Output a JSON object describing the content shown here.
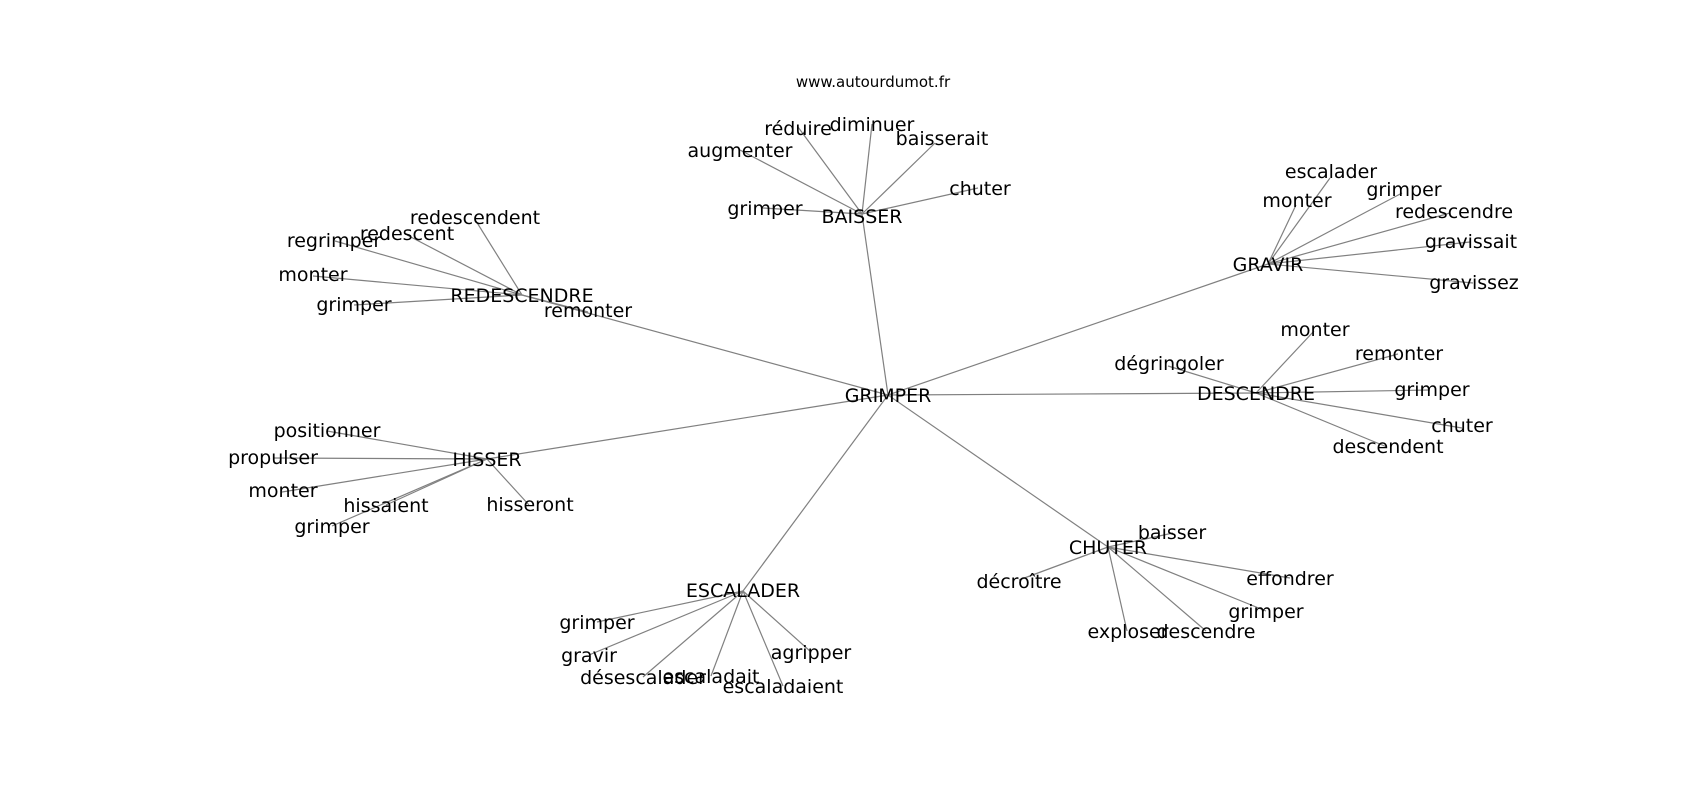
{
  "source_label": "www.autourdumot.fr",
  "colors": {
    "edge": "#808080",
    "text": "#000000",
    "background": "#ffffff"
  },
  "center": "GRIMPER",
  "clusters": [
    {
      "label": "BAISSER",
      "leaves": [
        "réduire",
        "diminuer",
        "augmenter",
        "baisserait",
        "chuter",
        "grimper"
      ]
    },
    {
      "label": "GRAVIR",
      "leaves": [
        "escalader",
        "monter",
        "grimper",
        "redescendre",
        "gravissait",
        "gravissez"
      ]
    },
    {
      "label": "REDESCENDRE",
      "leaves": [
        "redescendent",
        "redescent",
        "regrimper",
        "monter",
        "grimper",
        "remonter"
      ]
    },
    {
      "label": "DESCENDRE",
      "leaves": [
        "monter",
        "remonter",
        "dégringoler",
        "grimper",
        "chuter",
        "descendent"
      ]
    },
    {
      "label": "HISSER",
      "leaves": [
        "positionner",
        "propulser",
        "monter",
        "hissaient",
        "hisseront",
        "grimper"
      ]
    },
    {
      "label": "CHUTER",
      "leaves": [
        "baisser",
        "décroître",
        "effondrer",
        "grimper",
        "exploser",
        "descendre"
      ]
    },
    {
      "label": "ESCALADER",
      "leaves": [
        "grimper",
        "gravir",
        "agripper",
        "désescalader",
        "escaladait",
        "escaladaient"
      ]
    }
  ]
}
